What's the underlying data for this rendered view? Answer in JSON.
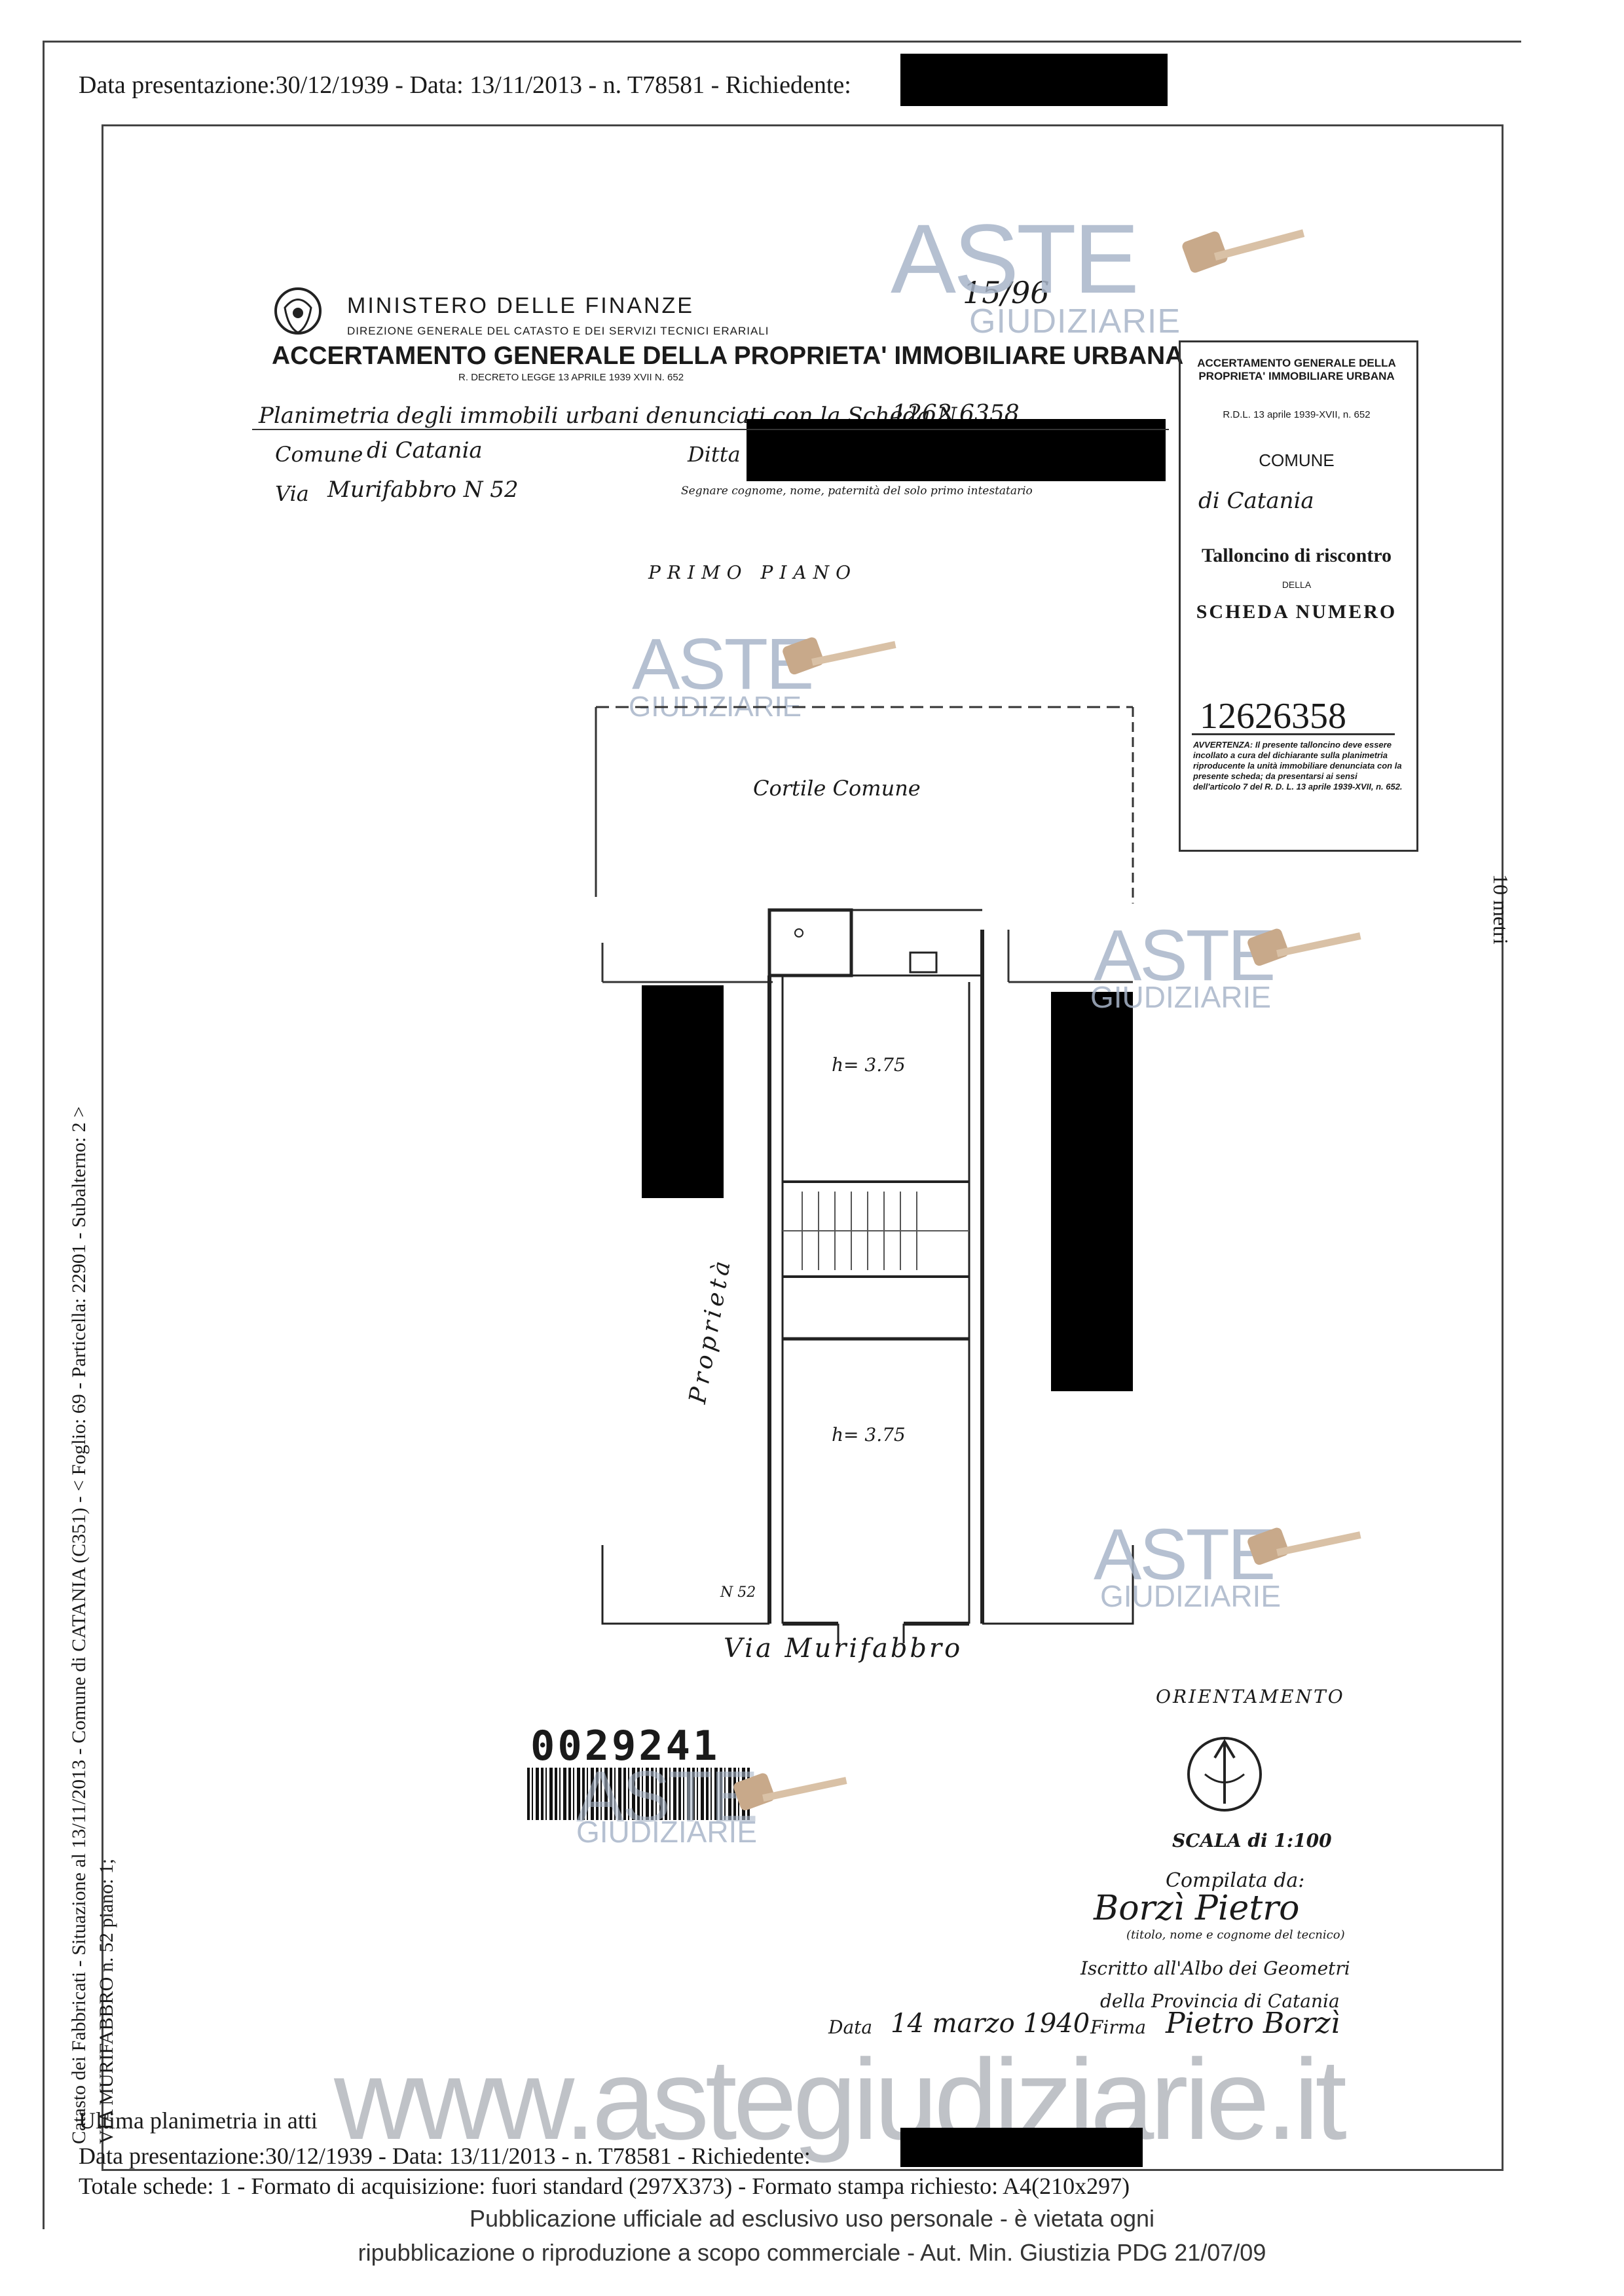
{
  "header": {
    "top_line": "Data presentazione:30/12/1939 - Data: 13/11/2013 - n. T78581 - Richiedente:"
  },
  "side": {
    "vertical_line1": "Catasto dei Fabbricati - Situazione al 13/11/2013 - Comune di CATANIA (C351) - < Foglio: 69 - Particella: 22901 - Subalterno: 2 >",
    "vertical_line2": "VIA MURIFABBRO n. 52 piano: 1;",
    "scale_note": "10 metri"
  },
  "form": {
    "ministry": "MINISTERO DELLE FINANZE",
    "directorate": "DIREZIONE GENERALE DEL CATASTO E DEI SERVIZI TECNICI ERARIALI",
    "title": "ACCERTAMENTO GENERALE DELLA PROPRIETA' IMMOBILIARE URBANA",
    "decree": "R. DECRETO LEGGE 13 APRILE 1939 XVII N. 652",
    "planimetry": "Planimetria degli immobili urbani denunciati con la Scheda N.",
    "scheda_number": "1262 6358",
    "comune_label": "Comune",
    "comune_value": "di Catania",
    "ditta_label": "Ditta",
    "via_label": "Via",
    "via_value": "Murifabbro N 52",
    "owner_note": "Segnare cognome, nome, paternità del solo primo intestatario",
    "handwritten_mark": "15/96"
  },
  "stub": {
    "heading": "ACCERTAMENTO GENERALE DELLA PROPRIETA' IMMOBILIARE URBANA",
    "decree": "R.D.L. 13 aprile 1939-XVII, n. 652",
    "comune_label": "COMUNE",
    "comune_value": "di Catania",
    "tagliando": "Talloncino di riscontro",
    "della": "DELLA",
    "scheda_numero": "SCHEDA NUMERO",
    "number": "12626358",
    "avvertenza": "AVVERTENZA: Il presente talloncino deve essere incollato a cura del dichiarante sulla planimetria riproducente la unità immobiliare denunciata con la presente scheda; da presentarsi ai sensi dell'articolo 7 del R. D. L. 13 aprile 1939-XVII, n. 652."
  },
  "plan": {
    "floor": "PRIMO PIANO",
    "courtyard": "Cortile Comune",
    "room1_height": "h= 3.75",
    "room2_height": "h= 3.75",
    "adjacent": "Proprietà",
    "street_number": "N 52",
    "street": "Via Murifabbro"
  },
  "orientation": {
    "label": "ORIENTAMENTO",
    "scale": "SCALA di 1:100"
  },
  "signature": {
    "compilata": "Compilata da:",
    "signature_name": "Borzì Pietro",
    "titolo_note": "(titolo, nome e cognome del tecnico)",
    "iscritto": "Iscritto all'Albo dei Geometri",
    "provincia": "della Provincia di Catania",
    "data_label": "Data",
    "data_value": "14 marzo 1940",
    "firma_label": "Firma",
    "firma_value": "Pietro Borzì"
  },
  "barcode": {
    "number": "0029241"
  },
  "watermarks": {
    "aste": "ASTE",
    "giudiziarie": "GIUDIZIARIE",
    "site": "www.astegiudiziarie.it"
  },
  "footer": {
    "ultima": "Ultima planimetria in atti",
    "line1": "Data presentazione:30/12/1939 - Data: 13/11/2013 - n. T78581 - Richiedente:",
    "line2": "Totale schede: 1 - Formato di acquisizione: fuori standard (297X373) - Formato stampa richiesto: A4(210x297)",
    "notice1": "Pubblicazione ufficiale ad esclusivo uso personale - è vietata ogni",
    "notice2": "ripubblicazione o riproduzione a scopo commerciale - Aut. Min. Giustizia PDG 21/07/09"
  },
  "colors": {
    "watermark": "#a9b6c9",
    "ink": "#1a1a1a",
    "redaction": "#000000"
  }
}
